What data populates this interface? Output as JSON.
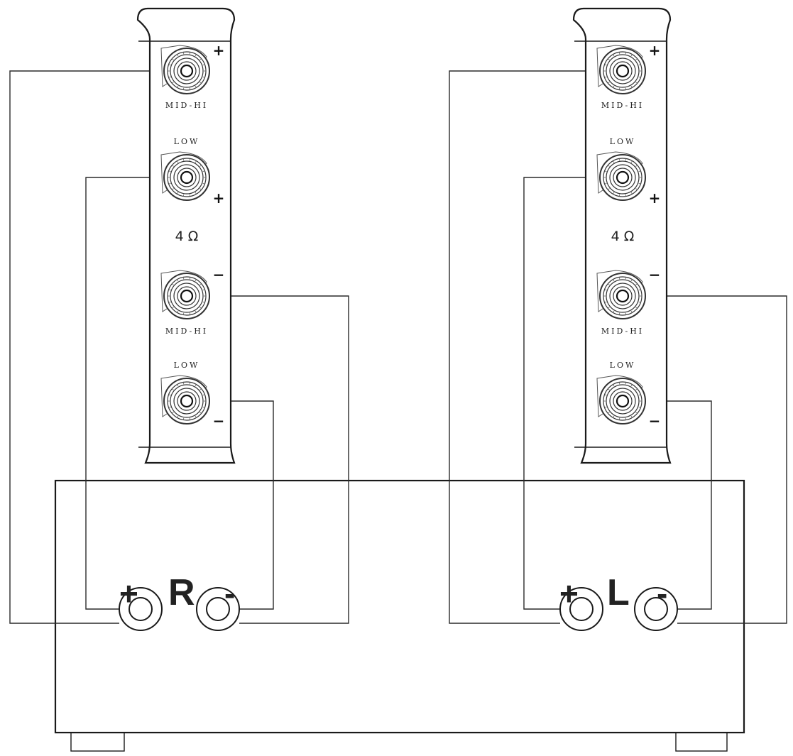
{
  "speakers": [
    {
      "id": "right",
      "terminal_labels": {
        "top_group": "MID-HI",
        "low_label_1": "LOW",
        "impedance": "4 Ω",
        "mid_label_2": "MID-HI",
        "low_label_2": "LOW"
      },
      "polarity_marks": {
        "plus_top": "+",
        "plus_low": "+",
        "minus_mid": "−",
        "minus_low": "−"
      }
    },
    {
      "id": "left",
      "terminal_labels": {
        "top_group": "MID-HI",
        "low_label_1": "LOW",
        "impedance": "4 Ω",
        "mid_label_2": "MID-HI",
        "low_label_2": "LOW"
      },
      "polarity_marks": {
        "plus_top": "+",
        "plus_low": "+",
        "minus_mid": "−",
        "minus_low": "−"
      }
    }
  ],
  "amplifier": {
    "channels": [
      {
        "plus": "+",
        "name": "R",
        "minus": "-"
      },
      {
        "plus": "+",
        "name": "L",
        "minus": "-"
      }
    ]
  }
}
